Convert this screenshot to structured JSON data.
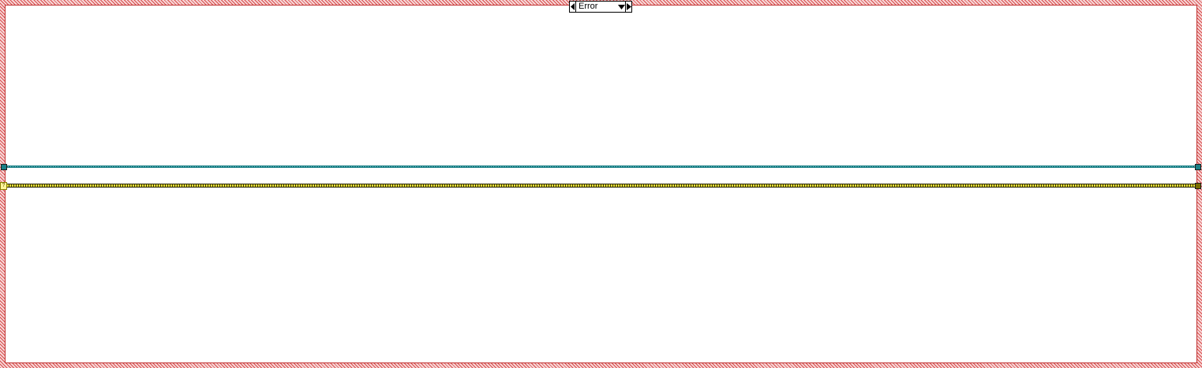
{
  "case_structure": {
    "selector": {
      "label": "Error",
      "prev_icon": "triangle-left-icon",
      "next_icon": "triangle-right-icon",
      "dropdown_icon": "triangle-down-icon"
    },
    "border_color": "#d94a4a",
    "error_selector_glyph": "?",
    "wires": [
      {
        "kind": "reference",
        "color": "#1a7f85"
      },
      {
        "kind": "error-cluster",
        "color": "#e6df3a"
      }
    ]
  }
}
